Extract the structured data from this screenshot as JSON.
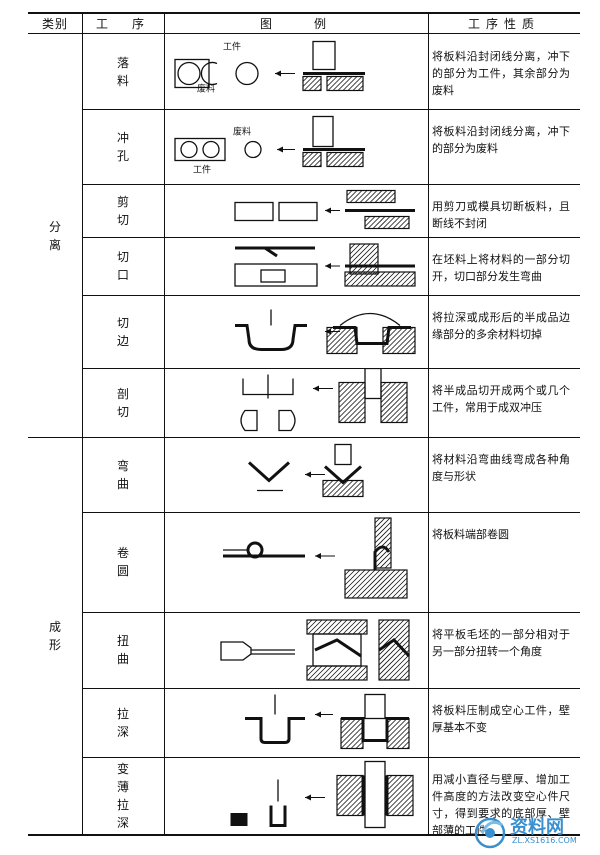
{
  "header": {
    "category": "类别",
    "process": "工　序",
    "figure": "图　　例",
    "property": "工序性质"
  },
  "categories": [
    {
      "label": "分\n离"
    },
    {
      "label": "成\n形"
    }
  ],
  "rows": [
    {
      "process": "落\n料",
      "description": "将板料沿封闭线分离，冲下的部分为工件，其余部分为废料",
      "labels": [
        "工件",
        "废料"
      ]
    },
    {
      "process": "冲\n孔",
      "description": "将板料沿封闭线分离，冲下的部分为废料",
      "labels": [
        "废料",
        "工件"
      ]
    },
    {
      "process": "剪\n切",
      "description": "用剪刀或模具切断板料，且断线不封闭",
      "labels": []
    },
    {
      "process": "切\n口",
      "description": "在坯料上将材料的一部分切开，切口部分发生弯曲",
      "labels": []
    },
    {
      "process": "切\n边",
      "description": "将拉深或成形后的半成品边缘部分的多余材料切掉",
      "labels": []
    },
    {
      "process": "剖\n切",
      "description": "将半成品切开成两个或几个工件，常用于成双冲压",
      "labels": []
    },
    {
      "process": "弯\n曲",
      "description": "将材料沿弯曲线弯成各种角度与形状",
      "labels": []
    },
    {
      "process": "卷\n圆",
      "description": "将板料端部卷圆",
      "labels": []
    },
    {
      "process": "扭\n曲",
      "description": "将平板毛坯的一部分相对于另一部分扭转一个角度",
      "labels": []
    },
    {
      "process": "拉\n深",
      "description": "将板料压制成空心工件，壁厚基本不变",
      "labels": []
    },
    {
      "process": "变\n薄\n拉\n深",
      "description": "用减小直径与壁厚、增加工件高度的方法改变空心件尺寸，得到要求的底部厚、壁部薄的工件",
      "labels": []
    }
  ],
  "watermark": {
    "title": "资料网",
    "url": "ZL.XS1616.COM"
  }
}
